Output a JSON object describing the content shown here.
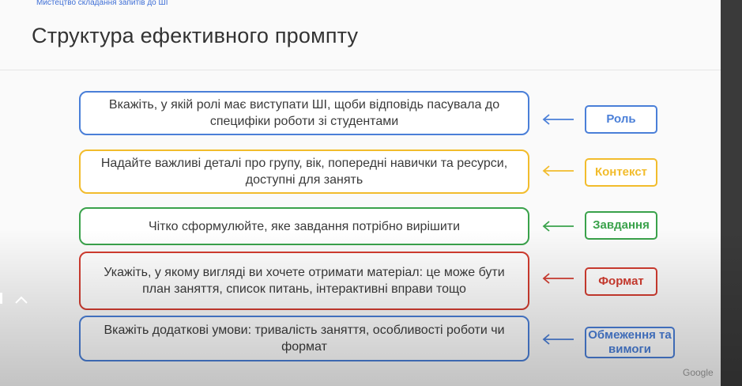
{
  "deck_title": "Мистецтво складання запитів до ШІ",
  "slide_title": "Структура ефективного промпту",
  "rows": [
    {
      "text": "Вкажіть, у якій ролі має виступати ШІ, щоби відповідь пасувала до специфіки роботи зі студентами",
      "label": "Роль",
      "color": "#4a7fd8"
    },
    {
      "text": "Надайте важливі деталі про групу, вік, попередні навички та ресурси, доступні для занять",
      "label": "Контекст",
      "color": "#f2bc2c"
    },
    {
      "text": "Чітко сформулюйте, яке завдання потрібно вирішити",
      "label": "Завдання",
      "color": "#3aa24b"
    },
    {
      "text": "Укажіть, у якому вигляді ви хочете отримати матеріал: це може бути план заняття, список питань, інтерактивні вправи тощо",
      "label": "Формат",
      "color": "#d23c30"
    },
    {
      "text": "Вкажіть додаткові умови: тривалість заняття, особливості роботи чи формат",
      "label": "Обмеження та вимоги",
      "color": "#4a7fd8"
    }
  ],
  "brand": "Google",
  "icons": {
    "arrow": "left-arrow-icon",
    "chevron": "chevron-up-icon"
  }
}
